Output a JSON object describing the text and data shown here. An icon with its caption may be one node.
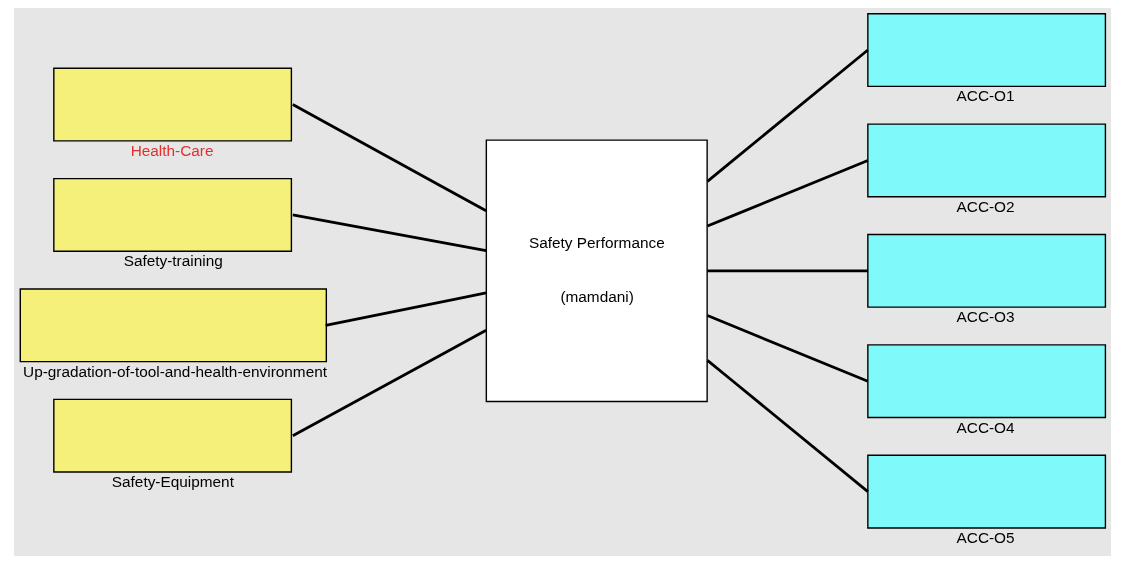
{
  "diagram": {
    "nodes": [
      {
        "text": [
          "Health-Care"
        ]
      },
      {
        "text": [
          "Safety-training"
        ]
      },
      {
        "text": [
          "Up-gradation-of-tool-and-health-environment"
        ]
      },
      {
        "text": [
          "Safety-Equipment"
        ]
      },
      {
        "text": [
          "Safety Performance",
          "(mamdani)"
        ]
      },
      {
        "text": [
          "ACC-O1"
        ]
      },
      {
        "text": [
          "ACC-O2"
        ]
      },
      {
        "text": [
          "ACC-O3"
        ]
      },
      {
        "text": [
          "ACC-O4"
        ]
      },
      {
        "text": [
          "ACC-O5"
        ]
      }
    ],
    "edges": [
      {
        "from": 0,
        "to": 4,
        "arrow": "none"
      },
      {
        "from": 1,
        "to": 4,
        "arrow": "none"
      },
      {
        "from": 2,
        "to": 4,
        "arrow": "none"
      },
      {
        "from": 3,
        "to": 4,
        "arrow": "none"
      },
      {
        "from": 4,
        "to": 5,
        "arrow": "none"
      },
      {
        "from": 4,
        "to": 6,
        "arrow": "none"
      },
      {
        "from": 4,
        "to": 7,
        "arrow": "none"
      },
      {
        "from": 4,
        "to": 8,
        "arrow": "none"
      },
      {
        "from": 4,
        "to": 9,
        "arrow": "none"
      }
    ]
  }
}
